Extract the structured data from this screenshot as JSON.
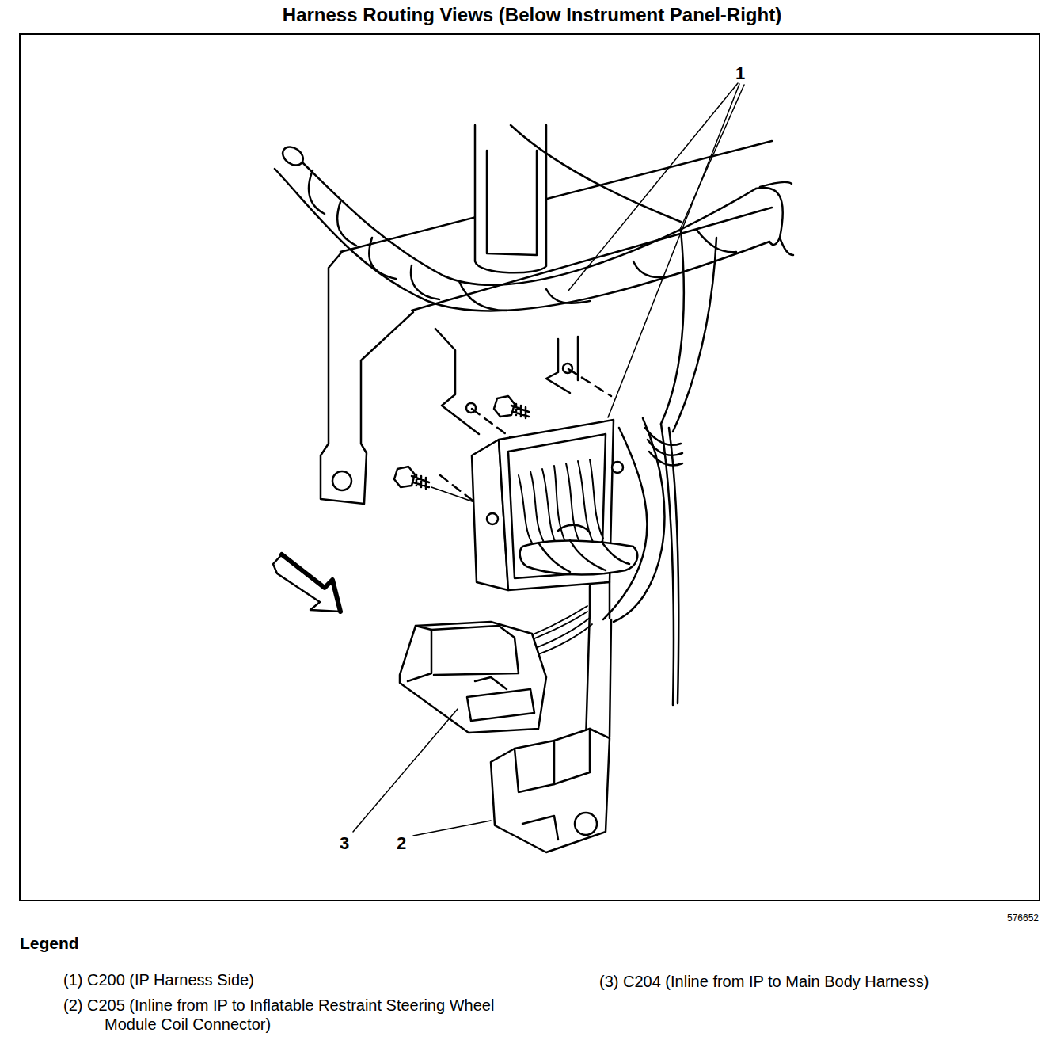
{
  "diagram": {
    "title": "Harness Routing Views (Below Instrument Panel-Right)",
    "labels": [
      "1",
      "3",
      "2",
      "576652",
      "Legend"
    ],
    "legend": [
      {
        "text": "(1) C200 (IP Harness Side)"
      },
      {
        "text": "(2) C205 (Inline from IP to Inflatable Restraint Steering Wheel Module Coil Connector)"
      },
      {
        "text": "(3) C204 (Inline from IP to Main Body Harness)"
      }
    ]
  }
}
